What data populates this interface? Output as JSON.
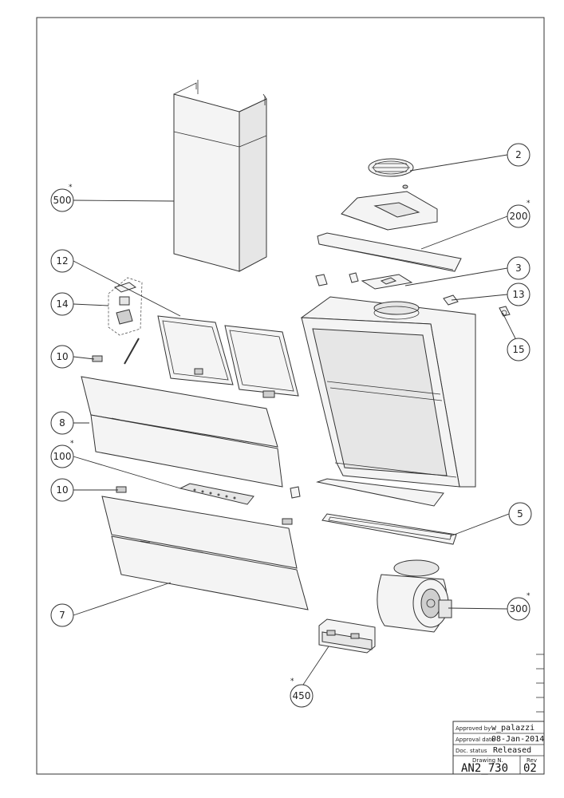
{
  "callouts": [
    {
      "id": "c2",
      "label": "2",
      "starred": false
    },
    {
      "id": "c200",
      "label": "200",
      "starred": true
    },
    {
      "id": "c500",
      "label": "500",
      "starred": true
    },
    {
      "id": "c3",
      "label": "3",
      "starred": false
    },
    {
      "id": "c12",
      "label": "12",
      "starred": false
    },
    {
      "id": "c13",
      "label": "13",
      "starred": false
    },
    {
      "id": "c14",
      "label": "14",
      "starred": false
    },
    {
      "id": "c15",
      "label": "15",
      "starred": false
    },
    {
      "id": "c10a",
      "label": "10",
      "starred": false
    },
    {
      "id": "c8",
      "label": "8",
      "starred": false
    },
    {
      "id": "c100",
      "label": "100",
      "starred": true
    },
    {
      "id": "c10b",
      "label": "10",
      "starred": false
    },
    {
      "id": "c5",
      "label": "5",
      "starred": false
    },
    {
      "id": "c7",
      "label": "7",
      "starred": false
    },
    {
      "id": "c300",
      "label": "300",
      "starred": true
    },
    {
      "id": "c450",
      "label": "450",
      "starred": true
    }
  ],
  "star_symbol": "*",
  "title_block": {
    "approved_by_label": "Approved by",
    "approved_by_value": "w_palazzi",
    "approval_date_label": "Approval date",
    "approval_date_value": "08-Jan-2014",
    "doc_status_label": "Doc. status",
    "doc_status_value": "Released",
    "drawing_n_label": "Drawing N.",
    "drawing_n_value": "AN2_730",
    "rev_label": "Rev",
    "rev_value": "02"
  }
}
